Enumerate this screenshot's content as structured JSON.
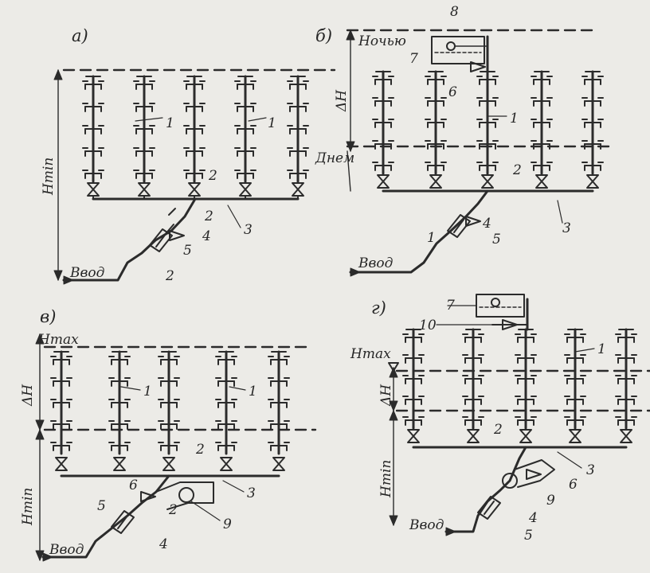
{
  "panels": [
    {
      "id": "a",
      "title": "а)",
      "labels": {
        "vvod": "Ввод",
        "h_min": "Hmin",
        "riser_1a": "1",
        "riser_1b": "1",
        "valve_2a": "2",
        "valve_2b": "2",
        "valve_2c": "2",
        "main_3": "3",
        "meter_4": "4",
        "meter_5": "5"
      }
    },
    {
      "id": "b",
      "title": "б)",
      "labels": {
        "vvod": "Ввод",
        "night": "Ночью",
        "day": "Днем",
        "delta_h": "ΔH",
        "riser_1": "1",
        "valve_2": "2",
        "main_3": "3",
        "meter_4": "4",
        "meter_5": "5",
        "check_6": "6",
        "tank_7": "7",
        "float_8": "8",
        "inlet_1": "1"
      }
    },
    {
      "id": "v",
      "title": "в)",
      "labels": {
        "vvod": "Ввод",
        "h_max": "Hmax",
        "h_min": "Hmin",
        "delta_h": "ΔH",
        "riser_1a": "1",
        "riser_1b": "1",
        "valve_2a": "2",
        "valve_2b": "2",
        "main_3": "3",
        "meter_4": "4",
        "meter_5": "5",
        "check_6": "6",
        "pump_9": "9"
      }
    },
    {
      "id": "g",
      "title": "г)",
      "labels": {
        "vvod": "Ввод",
        "h_max": "Hmax",
        "h_min": "Hmin",
        "delta_h": "ΔH",
        "riser_1": "1",
        "valve_2": "2",
        "main_3": "3",
        "meter_4": "4",
        "meter_5": "5",
        "check_6": "6",
        "tank_7": "7",
        "pump_9": "9",
        "valve_10": "10"
      }
    }
  ],
  "colors": {
    "ink": "#2b2b2b",
    "paper": "#ecebe7"
  }
}
